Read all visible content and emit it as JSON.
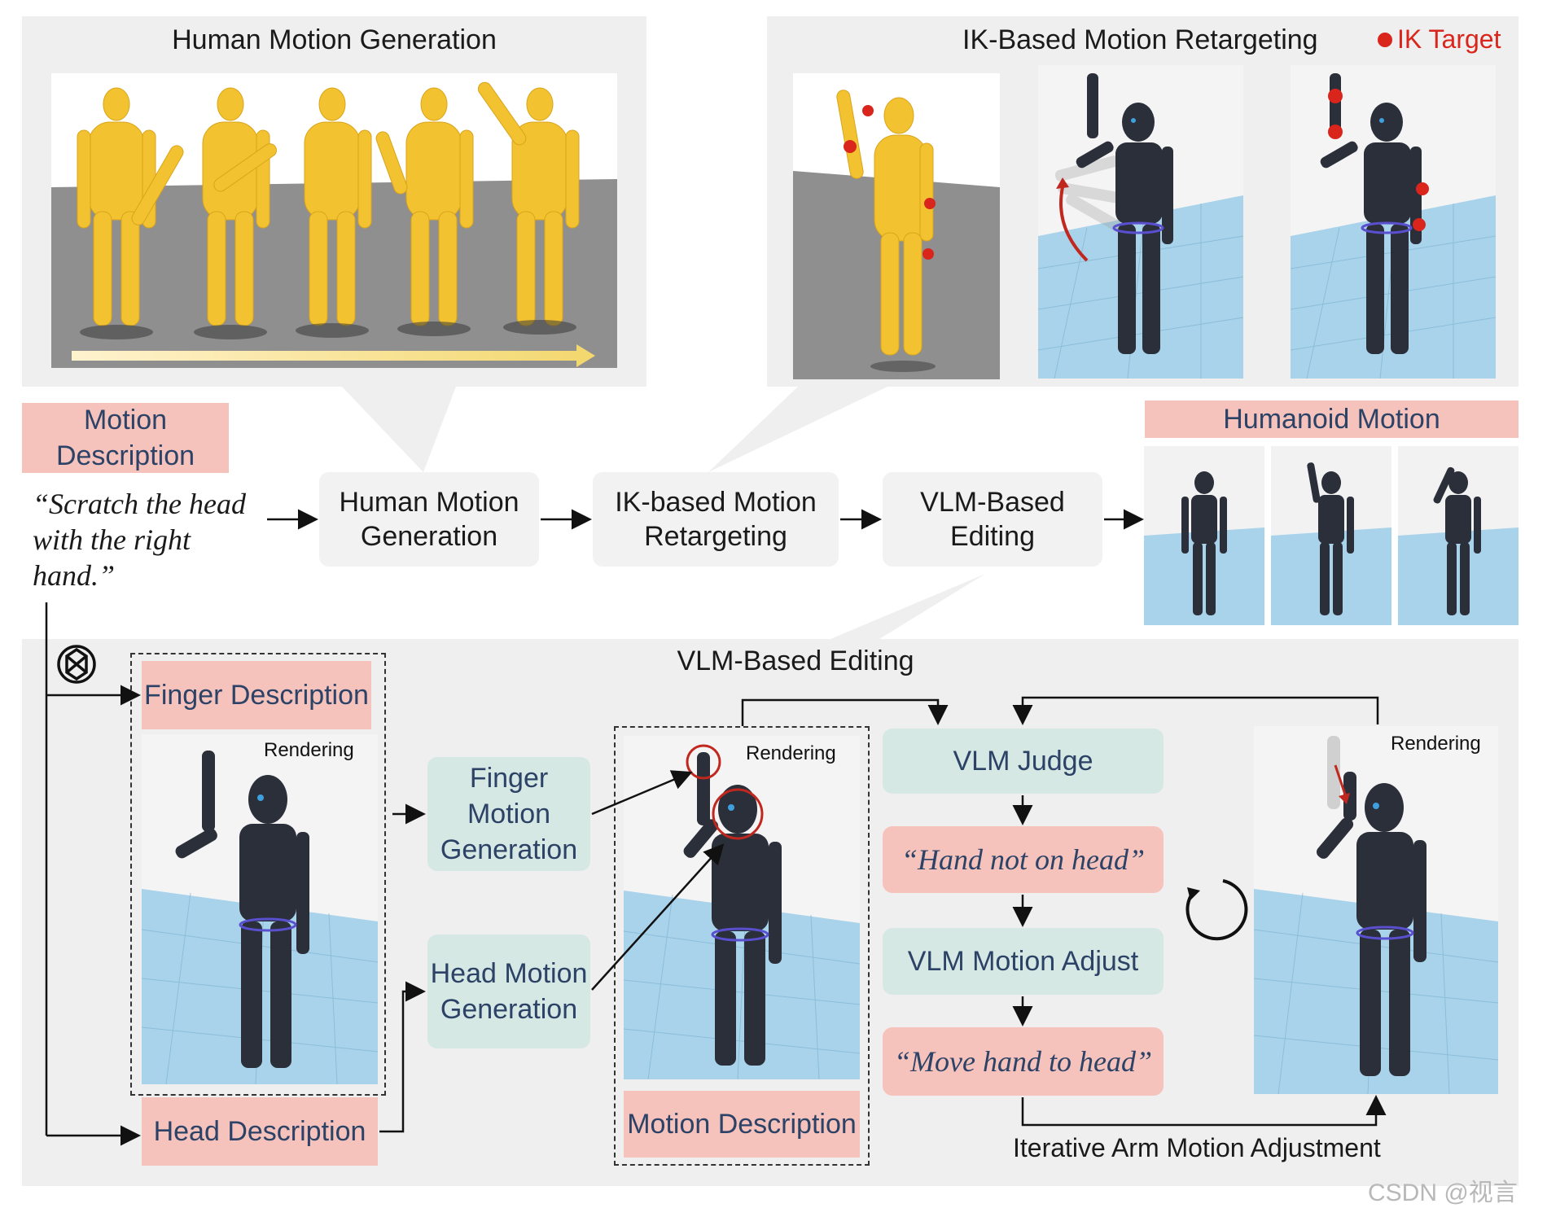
{
  "top_left_panel": {
    "title": "Human Motion Generation"
  },
  "top_right_panel": {
    "title": "IK-Based Motion Retargeting",
    "legend": "IK Target"
  },
  "pipeline": {
    "motion_description_label": "Motion Description",
    "prompt_text": "“Scratch the head with the right hand.”",
    "step1": "Human Motion Generation",
    "step2": "IK-based Motion Retargeting",
    "step3": "VLM-Based Editing",
    "output_label": "Humanoid Motion"
  },
  "vlm_panel": {
    "title": "VLM-Based Editing",
    "finger_description": "Finger Description",
    "head_description": "Head Description",
    "rendering": "Rendering",
    "finger_motion": "Finger Motion Generation",
    "head_motion": "Head Motion Generation",
    "motion_description": "Motion Description",
    "vlm_judge": "VLM Judge",
    "judge_feedback": "“Hand not on head”",
    "vlm_adjust": "VLM Motion Adjust",
    "adjust_feedback": "“Move hand to head”",
    "loop_label": "Iterative Arm Motion Adjustment"
  },
  "watermark": "CSDN @视言",
  "colors": {
    "pink": "#f5c3bc",
    "teal": "#d6e8e4",
    "ik_red": "#d9251c",
    "human_yellow": "#f2c230",
    "floor_blue": "#a9d3ea"
  }
}
